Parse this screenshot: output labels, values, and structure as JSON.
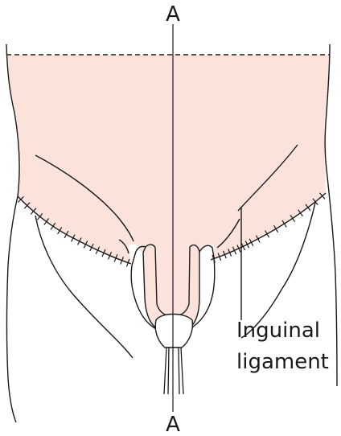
{
  "diagram": {
    "axis_label_top": "A",
    "axis_label_bottom": "A",
    "annotation_line1": "Inguinal",
    "annotation_line2": "ligament",
    "colors": {
      "skin": "#fbe3dc",
      "stroke": "#1a1a1a",
      "background": "#ffffff"
    }
  }
}
